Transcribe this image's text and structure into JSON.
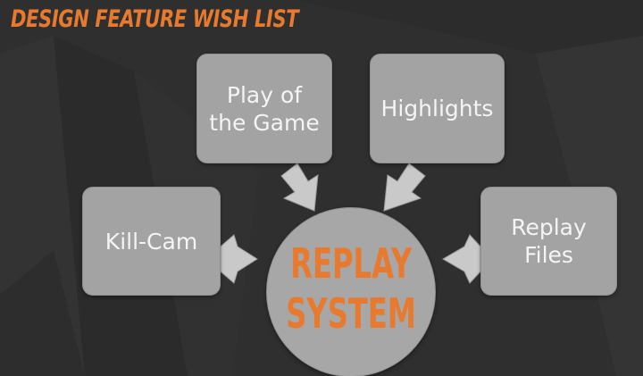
{
  "title": "DESIGN FEATURE WISH LIST",
  "colors": {
    "accent": "#e77a2e",
    "box": "#a3a3a3",
    "box_text": "#f4f4f4",
    "background": "#2f2f30"
  },
  "nodes": {
    "play_of_the_game": {
      "line1": "Play of",
      "line2": "the Game"
    },
    "highlights": {
      "line1": "Highlights"
    },
    "kill_cam": {
      "line1": "Kill-Cam"
    },
    "replay_files": {
      "line1": "Replay",
      "line2": "Files"
    }
  },
  "hub": {
    "line1": "REPLAY",
    "line2": "SYSTEM"
  }
}
